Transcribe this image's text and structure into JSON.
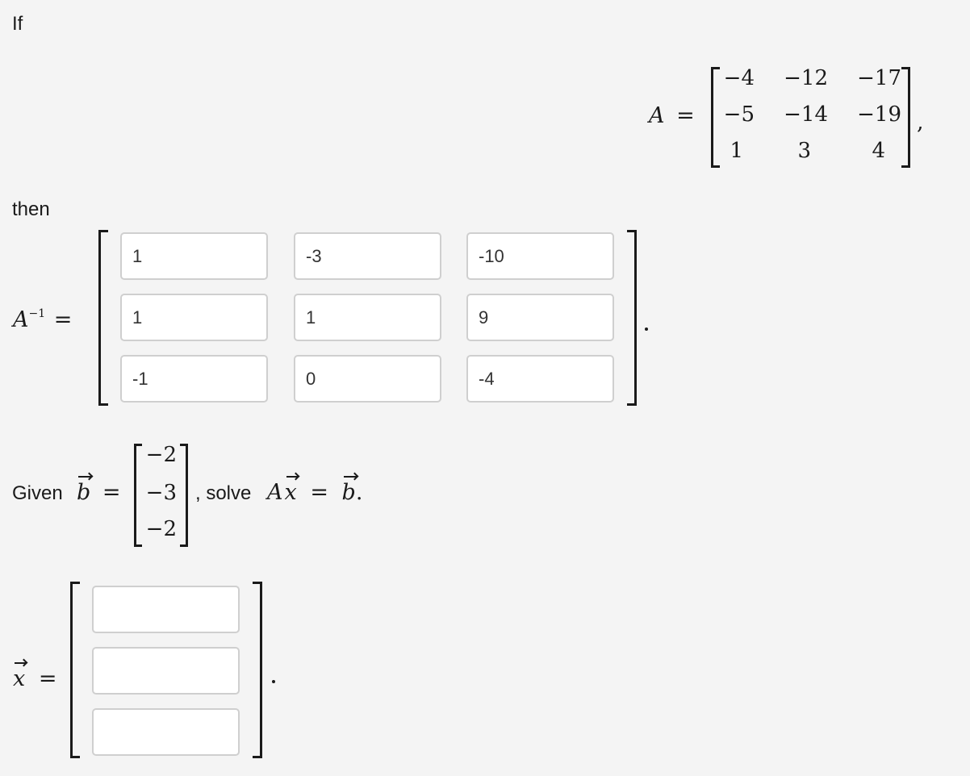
{
  "labels": {
    "if": "If",
    "then": "then",
    "given": "Given",
    "solve": ", solve"
  },
  "matrix_a": {
    "name": "A",
    "equals": "=",
    "comma": ",",
    "rows": [
      [
        "−4",
        "−12",
        "−17"
      ],
      [
        "−5",
        "−14",
        "−19"
      ],
      [
        "1",
        "3",
        "4"
      ]
    ]
  },
  "inverse": {
    "name": "A",
    "superscript": "−1",
    "equals": "=",
    "values": [
      [
        "1",
        "-3",
        "-10"
      ],
      [
        "1",
        "1",
        "9"
      ],
      [
        "-1",
        "0",
        "-4"
      ]
    ]
  },
  "vector_b": {
    "name": "b",
    "equals": "=",
    "entries": [
      "−2",
      "−3",
      "−2"
    ]
  },
  "equation": {
    "lhs_matrix": "A",
    "lhs_vector": "x",
    "equals": "=",
    "rhs_vector": "b",
    "end": "."
  },
  "solution": {
    "name": "x",
    "equals": "=",
    "values": [
      "",
      "",
      ""
    ]
  }
}
